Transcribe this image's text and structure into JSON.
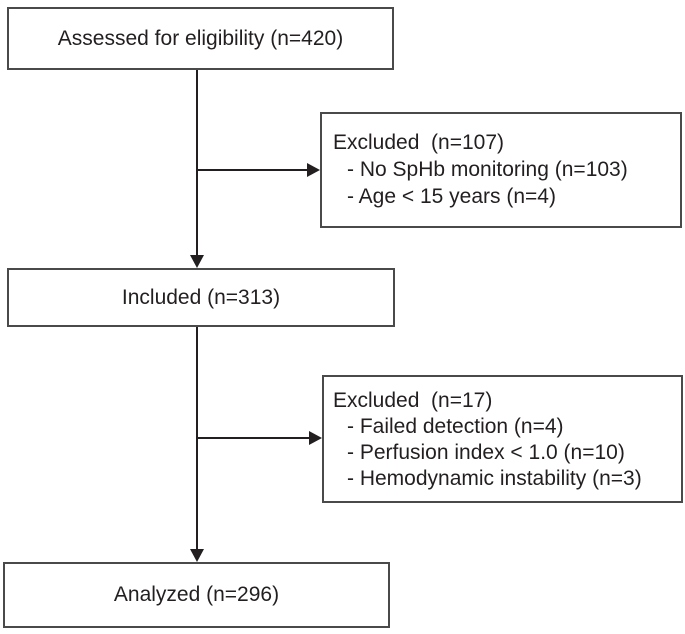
{
  "flowchart": {
    "assessed": {
      "label": "Assessed for eligibility (n=420)"
    },
    "excluded1": {
      "title": "Excluded  (n=107)",
      "items": [
        "- No SpHb monitoring (n=103)",
        "- Age < 15 years (n=4)"
      ]
    },
    "included": {
      "label": "Included (n=313)"
    },
    "excluded2": {
      "title": "Excluded  (n=17)",
      "items": [
        "- Failed detection (n=4)",
        "- Perfusion index < 1.0 (n=10)",
        "- Hemodynamic instability (n=3)"
      ]
    },
    "analyzed": {
      "label": "Analyzed (n=296)"
    },
    "colors": {
      "background": "#ffffff",
      "box_border": "#4a4a4a",
      "text": "#231f20",
      "arrow": "#231f20"
    }
  }
}
